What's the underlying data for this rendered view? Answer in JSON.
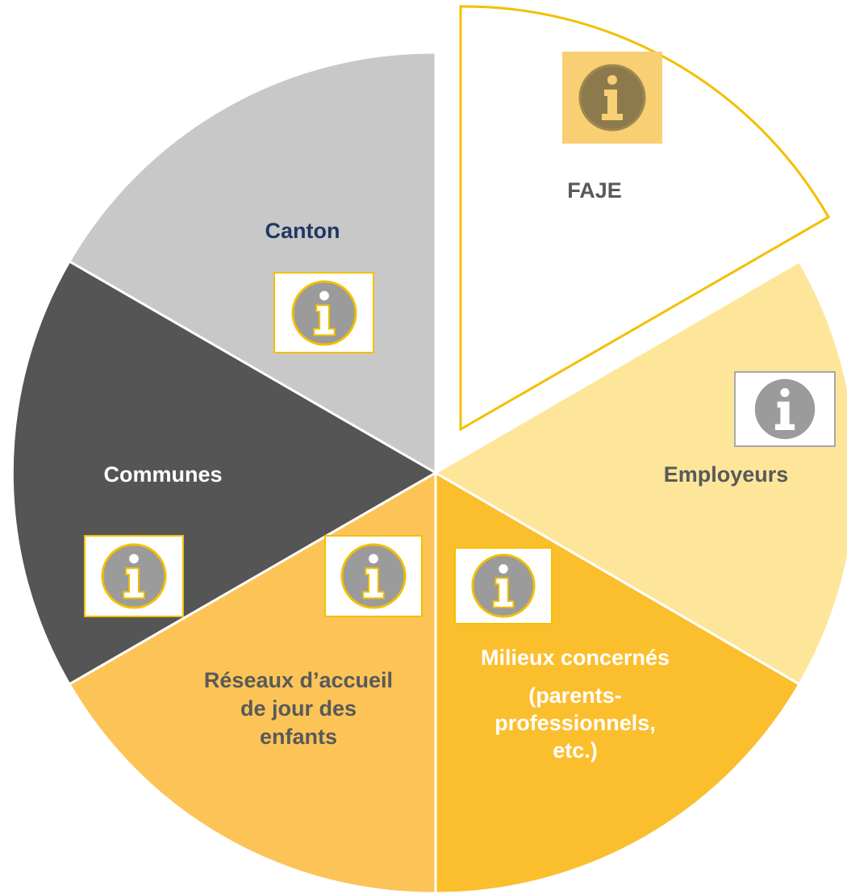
{
  "colors": {
    "faje_outline": "#f2c000",
    "faje_fill": "#ffffff",
    "canton": "#c8c8c8",
    "communes": "#555555",
    "reseaux": "#fcc457",
    "milieux": "#fbbf2e",
    "employeurs": "#fde69a",
    "icon_disc": "#9b9b9b",
    "icon_disc_dark": "#8c7a4c",
    "icon_border_gold": "#f2c000",
    "icon_border_grey": "#a8a8a8"
  },
  "segments": [
    {
      "id": "faje",
      "label": "FAJE",
      "label_color": "#595959",
      "icon": "info-icon"
    },
    {
      "id": "employeurs",
      "label": "Employeurs",
      "label_color": "#595959",
      "icon": "info-icon"
    },
    {
      "id": "milieux",
      "label": "Milieux concernés",
      "sub": "(parents-\nprofessionnels,\netc.)",
      "label_color": "#ffffff",
      "icon": "info-icon"
    },
    {
      "id": "reseaux",
      "label": "Réseaux d’accueil\nde jour des\nenfants",
      "label_color": "#595959",
      "icon": "info-icon"
    },
    {
      "id": "communes",
      "label": "Communes",
      "label_color": "#ffffff",
      "icon": "info-icon"
    },
    {
      "id": "canton",
      "label": "Canton",
      "label_color": "#1f3864",
      "icon": "info-icon"
    }
  ]
}
